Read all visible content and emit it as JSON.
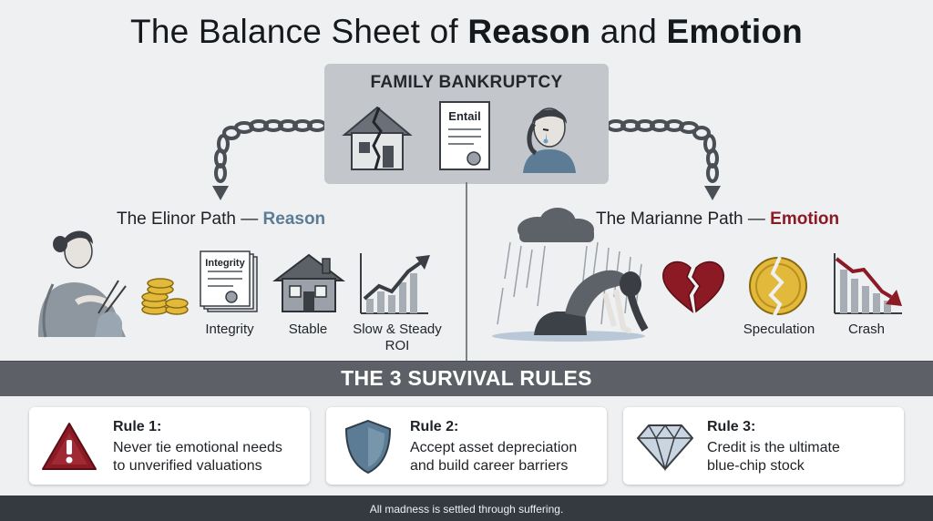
{
  "title": {
    "prefix": "The Balance Sheet of ",
    "bold1": "Reason",
    "middle": " and ",
    "bold2": "Emotion"
  },
  "center": {
    "title": "FAMILY BANKRUPTCY",
    "document_label": "Entail"
  },
  "elinor": {
    "title_prefix": "The Elinor Path — ",
    "title_highlight": "Reason",
    "document_label": "Integrity",
    "labels": [
      "Integrity",
      "Stable",
      "Slow & Steady",
      "ROI"
    ]
  },
  "marianne": {
    "title_prefix": "The Marianne Path — ",
    "title_highlight": "Emotion",
    "labels": [
      "Speculation",
      "Crash"
    ]
  },
  "rules_banner": "THE 3 SURVIVAL RULES",
  "rules": [
    {
      "heading": "Rule 1:",
      "line1": "Never tie emotional needs",
      "line2": "to unverified valuations",
      "icon": "warning-icon"
    },
    {
      "heading": "Rule 2:",
      "line1": "Accept asset depreciation",
      "line2": "and build career barriers",
      "icon": "shield-icon"
    },
    {
      "heading": "Rule 3:",
      "line1": "Credit is the ultimate",
      "line2": "blue-chip stock",
      "icon": "diamond-icon"
    }
  ],
  "footer": "All madness is settled through suffering.",
  "colors": {
    "reason": "#5b7c94",
    "emotion": "#8b1a24",
    "banner": "#5d6167",
    "footer": "#353a40"
  }
}
